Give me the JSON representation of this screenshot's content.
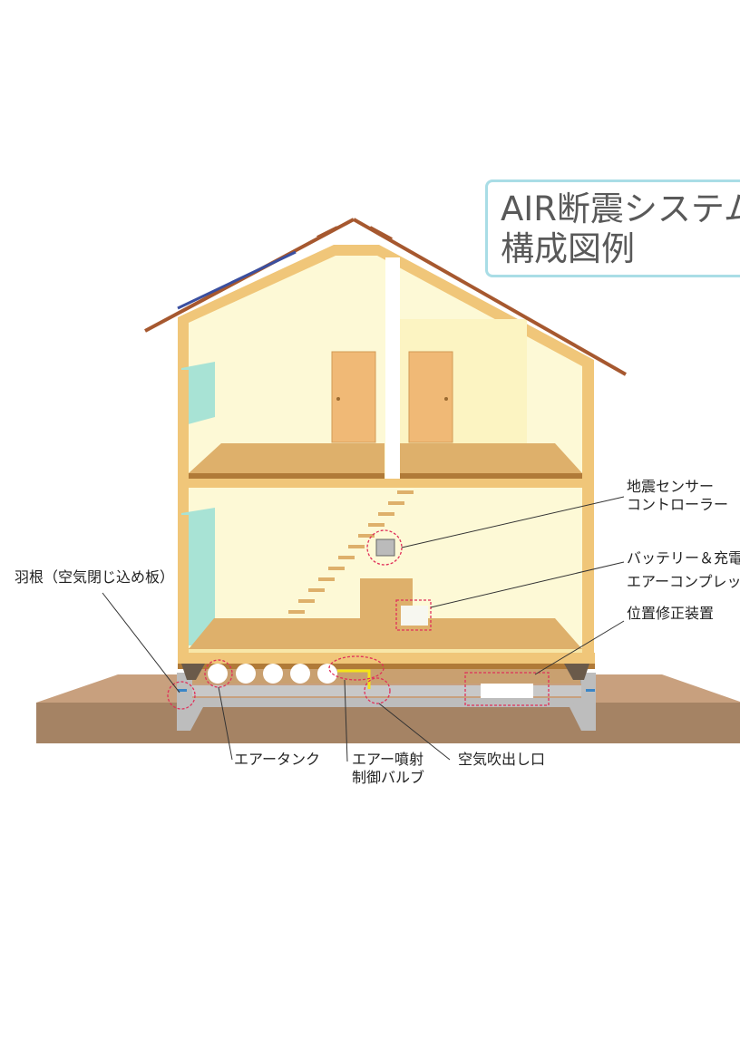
{
  "title": {
    "line1": "AIR断震システム",
    "line2": "構成図例"
  },
  "labels": {
    "sensor_line1": "地震センサー",
    "sensor_line2": "コントローラー",
    "battery_line1": "バッテリー＆充電",
    "battery_line2": "エアーコンプレッサー",
    "position": "位置修正装置",
    "blade": "羽根（空気閉じ込め板）",
    "tank": "エアータンク",
    "valve_line1": "エアー噴射",
    "valve_line2": "制御バルブ",
    "outlet": "空気吹出し口"
  },
  "colors": {
    "wall": "#f0c679",
    "interior": "#fdf9d6",
    "floor": "#deb06b",
    "floor_edge": "#b07a38",
    "door": "#f0b976",
    "roof_line": "#a6582f",
    "solar": "#3a4fa0",
    "window": "#a8e3d5",
    "ground_top": "#c8a07e",
    "ground_side": "#a58364",
    "foundation": "#bdbdbd",
    "callout": "#e0305a",
    "title_border": "#a9dde6"
  }
}
